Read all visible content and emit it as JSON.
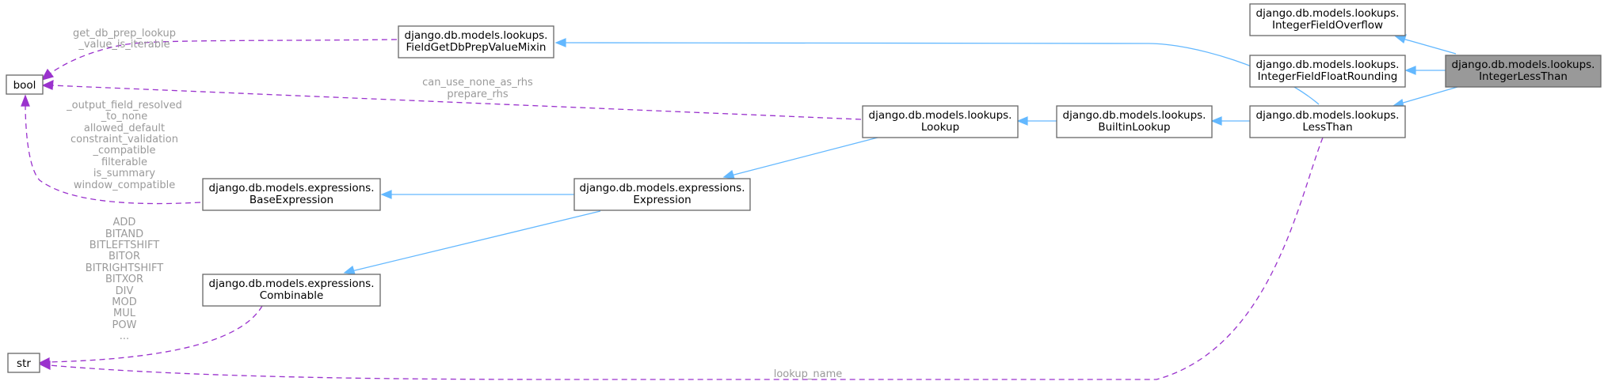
{
  "nodes": {
    "integer_less_than": {
      "line1": "django.db.models.lookups.",
      "line2": "IntegerLessThan"
    },
    "integer_field_overflow": {
      "line1": "django.db.models.lookups.",
      "line2": "IntegerFieldOverflow"
    },
    "integer_field_float_rounding": {
      "line1": "django.db.models.lookups.",
      "line2": "IntegerFieldFloatRounding"
    },
    "less_than": {
      "line1": "django.db.models.lookups.",
      "line2": "LessThan"
    },
    "field_get_db_prep_value_mixin": {
      "line1": "django.db.models.lookups.",
      "line2": "FieldGetDbPrepValueMixin"
    },
    "builtin_lookup": {
      "line1": "django.db.models.lookups.",
      "line2": "BuiltinLookup"
    },
    "lookup": {
      "line1": "django.db.models.lookups.",
      "line2": "Lookup"
    },
    "expression": {
      "line1": "django.db.models.expressions.",
      "line2": "Expression"
    },
    "base_expression": {
      "line1": "django.db.models.expressions.",
      "line2": "BaseExpression"
    },
    "combinable": {
      "line1": "django.db.models.expressions.",
      "line2": "Combinable"
    },
    "bool": {
      "label": "bool"
    },
    "str": {
      "label": "str"
    }
  },
  "edge_labels": {
    "get_db_prep_lookup": [
      "get_db_prep_lookup",
      "_value_is_iterable"
    ],
    "can_use_none": [
      "can_use_none_as_rhs",
      "prepare_rhs"
    ],
    "base_expression_bools": [
      "_output_field_resolved",
      "_to_none",
      "allowed_default",
      "constraint_validation",
      "_compatible",
      "filterable",
      "is_summary",
      "window_compatible"
    ],
    "combinable_strs": [
      "ADD",
      "BITAND",
      "BITLEFTSHIFT",
      "BITOR",
      "BITRIGHTSHIFT",
      "BITXOR",
      "DIV",
      "MOD",
      "MUL",
      "POW",
      "..."
    ],
    "lookup_name": [
      "lookup_name"
    ]
  },
  "colors": {
    "inheritance_edge": "#63b8ff",
    "usage_edge": "#9a32cd",
    "focus_node_fill": "#999999",
    "edge_label_text": "#9a9a9a"
  }
}
